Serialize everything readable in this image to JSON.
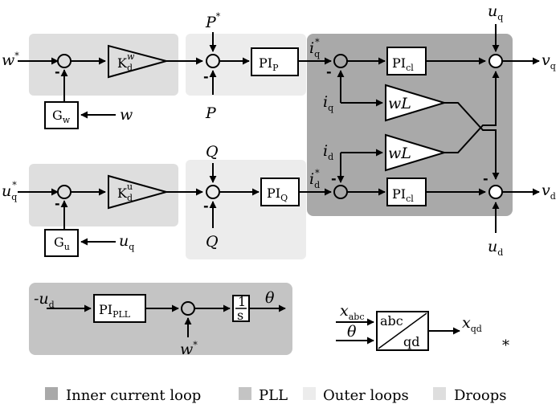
{
  "colors": {
    "inner_loop": "#a9a9a9",
    "pll": "#c4c4c4",
    "outer_loops": "#ececec",
    "droops": "#dedede"
  },
  "droop_w": {
    "input": "w",
    "input_sup": "*",
    "gain": "K",
    "gain_sub": "d",
    "gain_sup": "w",
    "feedback_block": "G",
    "feedback_sub": "w",
    "feedback_input": "w"
  },
  "droop_u": {
    "input": "u",
    "input_sub": "q",
    "input_sup": "*",
    "gain": "K",
    "gain_sub": "d",
    "gain_sup": "u",
    "feedback_block": "G",
    "feedback_sub": "u",
    "feedback_input": "u",
    "feedback_input_sub": "q"
  },
  "outer_p": {
    "ref": "P",
    "ref_sup": "*",
    "meas": "P",
    "controller": "PI",
    "controller_sub": "P"
  },
  "outer_q": {
    "ref": "Q",
    "meas": "Q",
    "controller": "PI",
    "controller_sub": "Q"
  },
  "inner": {
    "iq_ref": "i",
    "iq_ref_sub": "q",
    "iq_ref_sup": "*",
    "id_ref": "i",
    "id_ref_sub": "d",
    "id_ref_sup": "*",
    "iq": "i",
    "iq_sub": "q",
    "id": "i",
    "id_sub": "d",
    "pi_cl": "PI",
    "pi_cl_sub": "cl",
    "coupling": "wL",
    "uq_ff": "u",
    "uq_ff_sub": "q",
    "ud_ff": "u",
    "ud_ff_sub": "d",
    "vq_out": "v",
    "vq_out_sub": "q",
    "vd_out": "v",
    "vd_out_sub": "d"
  },
  "pll": {
    "input": "-u",
    "input_sub": "d",
    "controller": "PI",
    "controller_sub": "PLL",
    "ref": "w",
    "ref_sup": "*",
    "integrator_num": "1",
    "integrator_den": "s",
    "output": "θ"
  },
  "transform": {
    "in1": "x",
    "in1_sub": "abc",
    "in2": "θ",
    "block_top": "abc",
    "block_bottom": "qd",
    "out": "x",
    "out_sub": "qd"
  },
  "minus_sign": "-",
  "stray_mark": "*",
  "legend": [
    {
      "label": "Inner current loop",
      "color": "#a9a9a9"
    },
    {
      "label": "PLL",
      "color": "#c4c4c4"
    },
    {
      "label": "Outer loops",
      "color": "#ececec"
    },
    {
      "label": "Droops",
      "color": "#dedede"
    }
  ]
}
